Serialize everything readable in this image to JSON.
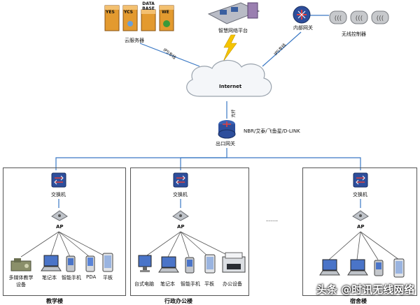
{
  "top": {
    "servers": [
      "YES",
      "YCS",
      "DATA BASE",
      "WE"
    ],
    "cloud_server_label": "云服务器",
    "platform_label": "智慧网络平台",
    "inner_gateway_label": "内部网关",
    "wireless_controller_label": "无线控制器",
    "ips_left": "IPS专线",
    "ips_right": "IPS专线"
  },
  "center": {
    "internet_label": "Internet",
    "link_label": "光纤",
    "exit_gateway_label": "出口网关",
    "gateway_brands": "NBR/艾泰/飞鱼星/D-LINK"
  },
  "buildings": [
    {
      "switch_label": "交换机",
      "ap_label": "AP",
      "devices": [
        "多媒体教学设备",
        "笔记本",
        "智能手机",
        "PDA",
        "平板"
      ],
      "name": "教学楼"
    },
    {
      "switch_label": "交换机",
      "ap_label": "AP",
      "devices": [
        "台式电脑",
        "笔记本",
        "智能手机",
        "平板",
        "办公设备"
      ],
      "name": "行政办公楼"
    },
    {
      "switch_label": "交换机",
      "ap_label": "AP",
      "name": "宿舍楼"
    }
  ],
  "ellipsis": "......",
  "watermark": "头条 @时讯无线网络",
  "colors": {
    "link": "#3a78c4",
    "router": "#2d4e9c",
    "box": "#555555"
  }
}
